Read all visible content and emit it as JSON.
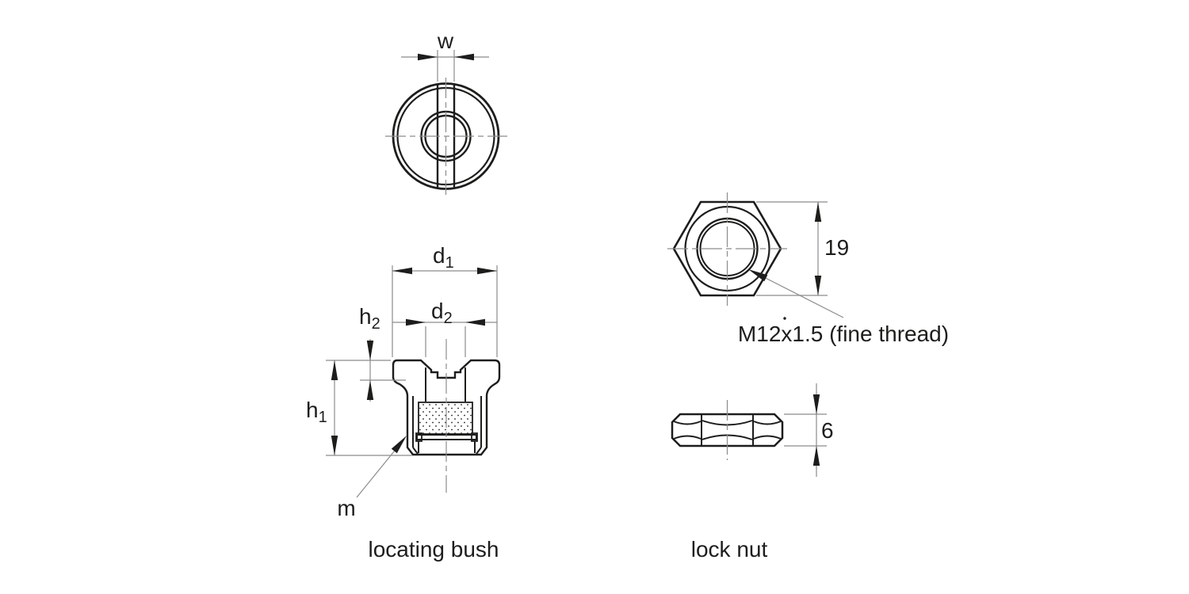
{
  "colors": {
    "background": "#ffffff",
    "line": "#1d1d1b",
    "thin_line": "#8c8c8c"
  },
  "locating_bush": {
    "caption": "locating bush",
    "dim_slot_width": "w",
    "dim_d1": {
      "main": "d",
      "sub": "1"
    },
    "dim_d2": {
      "main": "d",
      "sub": "2"
    },
    "dim_h1": {
      "main": "h",
      "sub": "1"
    },
    "dim_h2": {
      "main": "h",
      "sub": "2"
    },
    "leader_m": "m"
  },
  "lock_nut": {
    "caption": "lock nut",
    "dim_across_flats": "19",
    "dim_thickness": "6",
    "thread_annotation": "M12x1.5 (fine thread)"
  }
}
